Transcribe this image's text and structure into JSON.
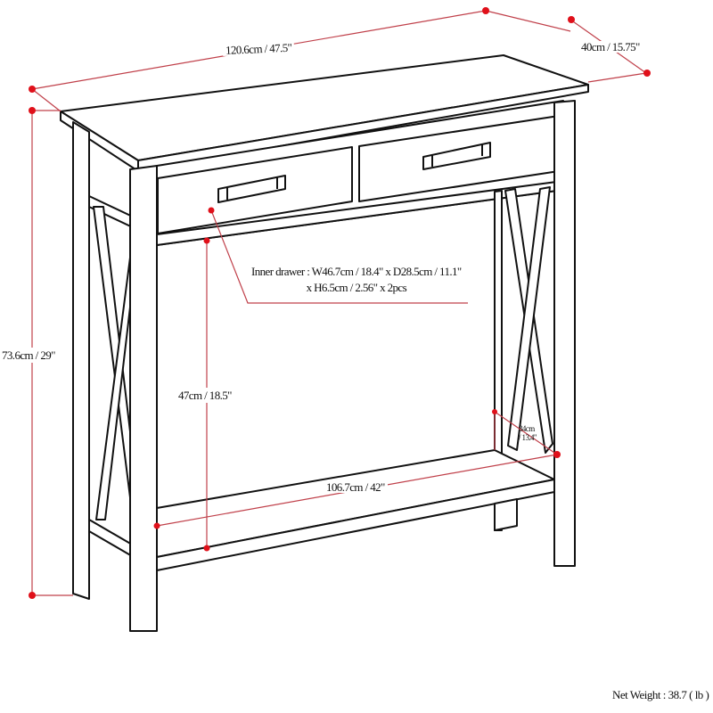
{
  "diagram": {
    "subject": "Console table with two drawers, X-braced sides and lower shelf",
    "colors": {
      "outline": "#111111",
      "dimension_line": "#c0404a",
      "dimension_dot": "#e0101a",
      "background": "#ffffff"
    },
    "dimensions": {
      "overall_width": "120.6cm / 47.5\"",
      "overall_depth": "40cm / 15.75\"",
      "overall_height": "73.6cm / 29\"",
      "shelf_clearance_height": "47cm / 18.5\"",
      "shelf_length": "106.7cm / 42\"",
      "shelf_depth_cm": "34cm",
      "shelf_depth_in": "/ 13.4\""
    },
    "inner_drawer": {
      "line1": "Inner drawer  : W46.7cm / 18.4\" x D28.5cm / 11.1\"",
      "line2": "x H6.5cm / 2.56\" x 2pcs"
    },
    "net_weight": "Net Weight : 38.7 ( lb )"
  }
}
